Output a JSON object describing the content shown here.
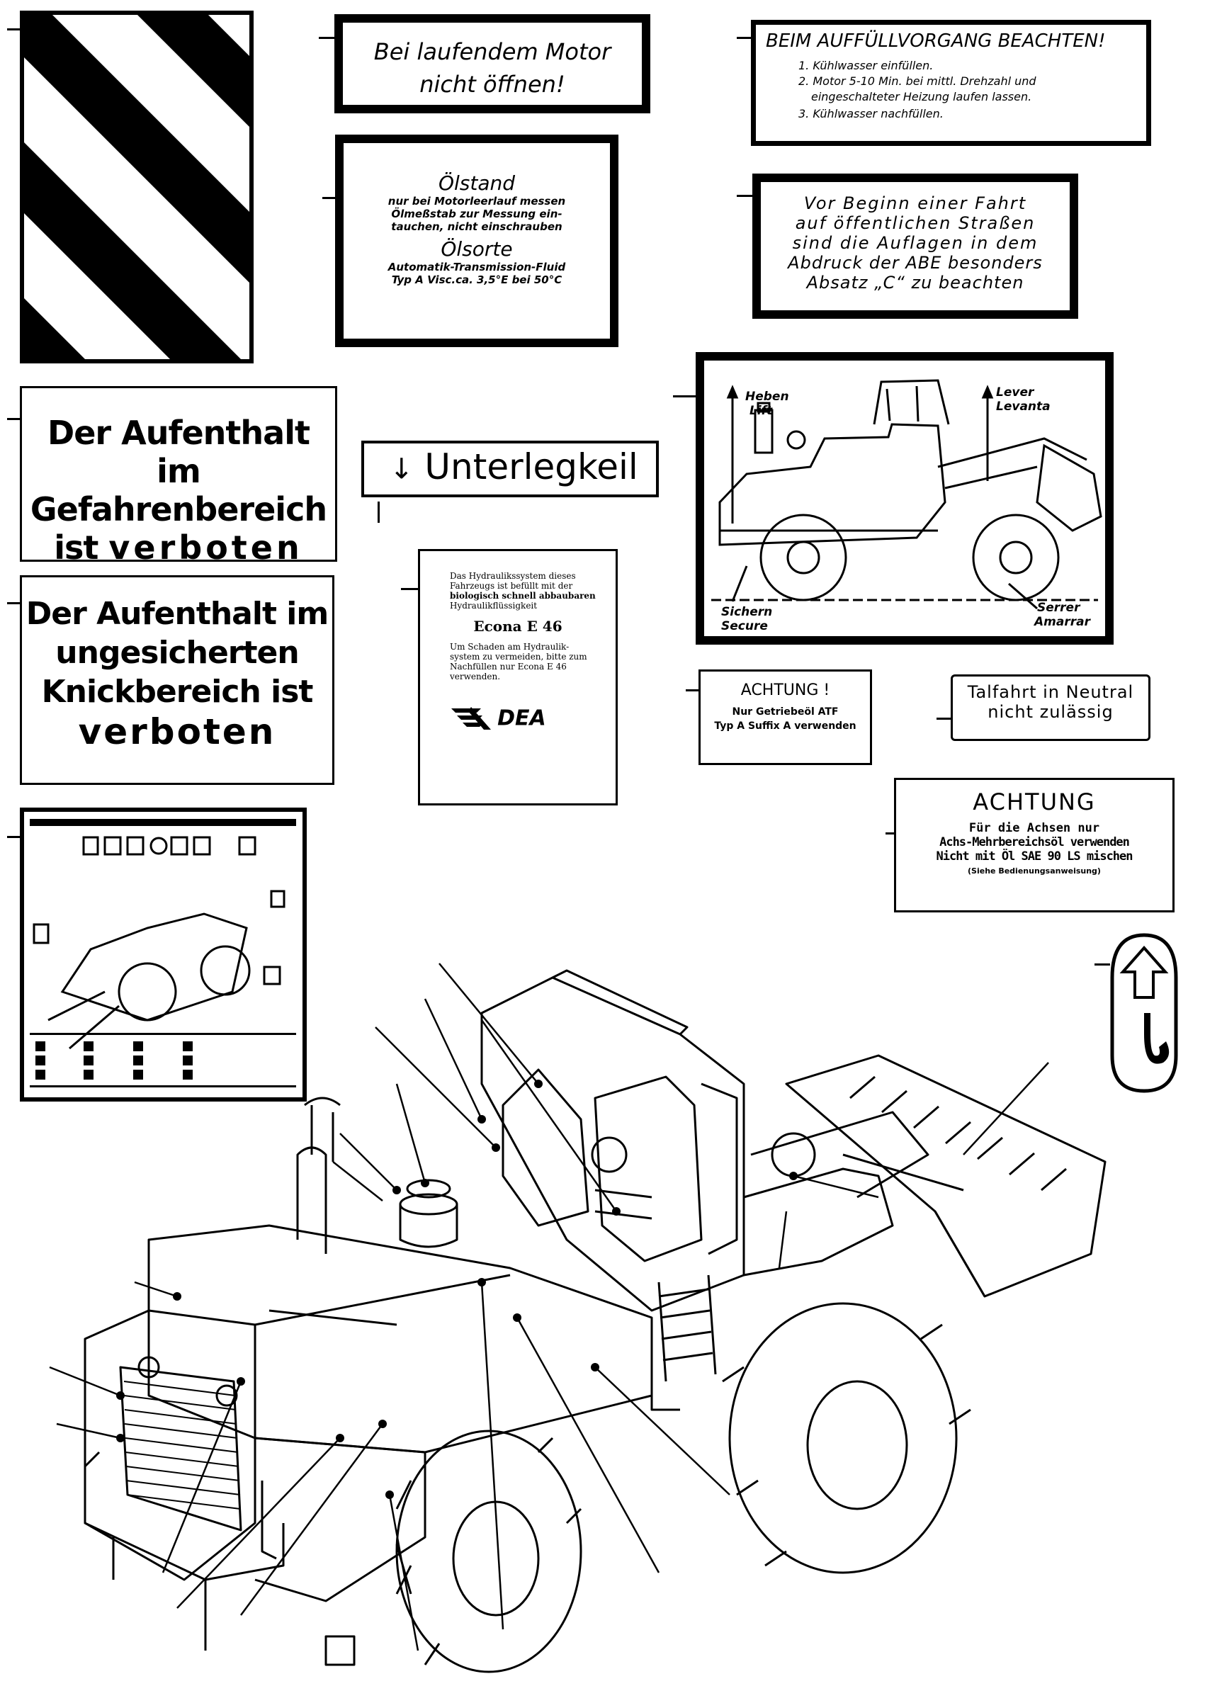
{
  "signs": {
    "motor": {
      "line1": "Bei laufendem Motor",
      "line2": "nicht öffnen!"
    },
    "fill": {
      "title": "BEIM AUFFÜLLVORGANG BEACHTEN!",
      "step1": "1. Kühlwasser einfüllen.",
      "step2a": "2. Motor 5-10 Min. bei mittl. Drehzahl und",
      "step2b": "eingeschalteter Heizung laufen lassen.",
      "step3": "3. Kühlwasser nachfüllen."
    },
    "oil": {
      "title1": "Ölstand",
      "t1": "nur bei Motorleerlauf messen",
      "t2": "Ölmeßstab zur Messung ein-",
      "t3": "tauchen, nicht einschrauben",
      "title2": "Ölsorte",
      "t4": "Automatik-Transmission-Fluid",
      "t5": "Typ A Visc.ca. 3,5°E bei 50°C"
    },
    "drive": {
      "l1": "Vor Beginn einer Fahrt",
      "l2": "auf öffentlichen Straßen",
      "l3": "sind die Auflagen in dem",
      "l4": "Abdruck der ABE besonders",
      "l5": "Absatz „C“ zu beachten"
    },
    "danger": {
      "l1": "Der Aufenthalt im",
      "l2": "Gefahrenbereich",
      "l3a": "ist ",
      "l3b": "verboten"
    },
    "wedge": {
      "arrow": "↓",
      "text": "Unterlegkeil"
    },
    "knick": {
      "l1": "Der Aufenthalt im",
      "l2": "ungesicherten",
      "l3": "Knickbereich ist",
      "l4": "verboten"
    },
    "dea": {
      "p1": "Das Hydraulikssystem dieses",
      "p2": "Fahrzeugs ist befüllt mit der",
      "p3": "biologisch schnell abbaubaren",
      "p4": "Hydraulikflüssigkeit",
      "product": "Econa E 46",
      "p5": "Um Schaden am Hydraulik-",
      "p6": "system zu vermeiden, bitte zum",
      "p7": "Nachfüllen nur Econa E 46",
      "p8": "verwenden.",
      "logo": "DEA"
    },
    "lift": {
      "heben": "Heben",
      "lift": "Lift",
      "lever": "Lever",
      "levanta": "Levanta",
      "sichern": "Sichern",
      "secure": "Secure",
      "serrer": "Serrer",
      "amarrar": "Amarrar"
    },
    "atf": {
      "title": "ACHTUNG !",
      "l1": "Nur Getriebeöl ATF",
      "l2": "Typ A Suffix A verwenden"
    },
    "neutral": {
      "l1": "Talfahrt in Neutral",
      "l2": "nicht zulässig"
    },
    "axle": {
      "title": "ACHTUNG",
      "l1": "Für die Achsen nur",
      "l2": "Achs-Mehrbereichsöl verwenden",
      "l3": "Nicht mit Öl SAE 90 LS mischen",
      "l4": "(Siehe Bedienungsanweisung)"
    }
  },
  "colors": {
    "ink": "#000000",
    "paper": "#ffffff"
  },
  "icons": [
    "hazard-stripes-icon",
    "lifting-hook-icon",
    "wheel-loader-drawing",
    "maintenance-chart-icon"
  ]
}
